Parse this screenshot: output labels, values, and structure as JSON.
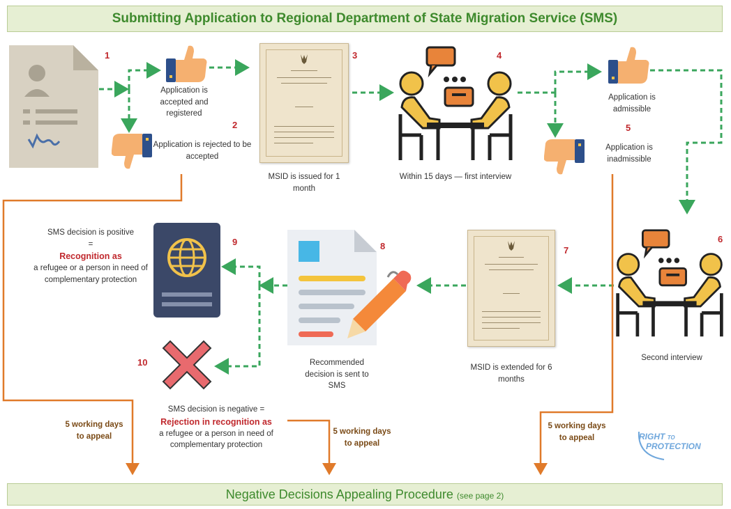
{
  "header": {
    "title": "Submitting Application to Regional Department of State Migration Service (SMS)"
  },
  "footer": {
    "title": "Negative Decisions Appealing Procedure",
    "note": "(see page 2)"
  },
  "steps": {
    "s1": {
      "number": "1"
    },
    "s2": {
      "number": "2",
      "accepted": "Application is accepted and registered",
      "rejected": "Application is rejected to be accepted"
    },
    "s3": {
      "number": "3",
      "label": "MSID is issued for 1 month"
    },
    "s4": {
      "number": "4",
      "label": "Within 15 days — first interview"
    },
    "s5": {
      "number": "5",
      "admissible": "Application is admissible",
      "inadmissible": "Application is inadmissible"
    },
    "s6": {
      "number": "6",
      "label": "Second interview"
    },
    "s7": {
      "number": "7",
      "label": "MSID is extended for 6 months"
    },
    "s8": {
      "number": "8",
      "label": "Recommended decision is sent to SMS"
    },
    "s9": {
      "number": "9",
      "line1": "SMS decision is positive",
      "line2": "=",
      "highlight": "Recognition as",
      "line3": "a refugee or a person in need of complementary protection"
    },
    "s10": {
      "number": "10",
      "line1": "SMS decision is negative =",
      "highlight": "Rejection in recognition as",
      "line2": "a refugee or a person in need of complementary protection"
    }
  },
  "appeals": {
    "left": "5 working days to appeal",
    "middle": "5 working days to appeal",
    "right": "5 working days to appeal"
  },
  "logo": {
    "line1": "RIGHT",
    "line1b": "TO",
    "line2": "PROTECTION"
  },
  "colors": {
    "green_arrow": "#3aa65c",
    "orange_line": "#e07a2a",
    "red_number": "#c0282d",
    "banner_bg": "#e6efd3",
    "banner_text": "#3e8a2d"
  }
}
